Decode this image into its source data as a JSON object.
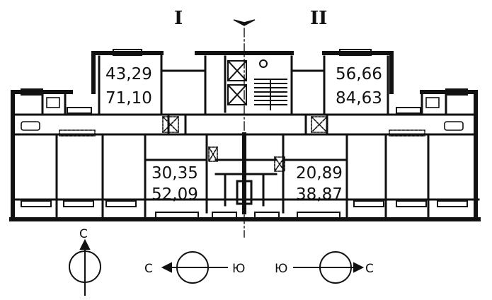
{
  "sections": {
    "left": "I",
    "right": "II"
  },
  "apartments": [
    {
      "id": "top-left",
      "living": "43,29",
      "total": "71,10"
    },
    {
      "id": "top-right",
      "living": "56,66",
      "total": "84,63"
    },
    {
      "id": "bottom-left",
      "living": "30,35",
      "total": "52,09"
    },
    {
      "id": "bottom-right",
      "living": "20,89",
      "total": "38,87"
    }
  ],
  "compass": {
    "north": "С",
    "south": "Ю"
  },
  "colors": {
    "ink": "#111111",
    "paper": "#ffffff"
  }
}
